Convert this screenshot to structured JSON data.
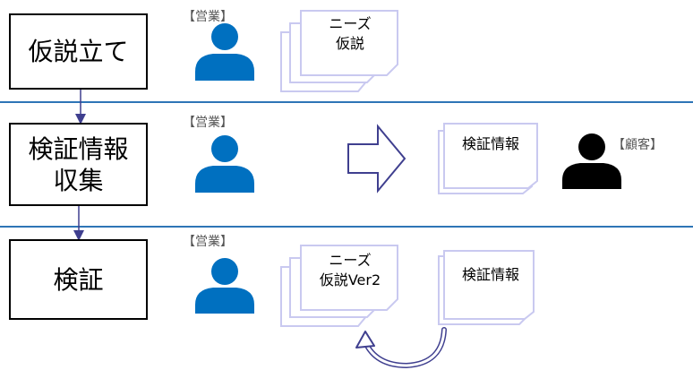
{
  "steps": [
    {
      "label": "仮説立て"
    },
    {
      "label_line1": "検証情報",
      "label_line2": "収集"
    },
    {
      "label": "検証"
    }
  ],
  "roles": {
    "sales": "【営業】",
    "customer": "【顧客】"
  },
  "documents": {
    "needs_hypothesis": {
      "line1": "ニーズ",
      "line2": "仮説"
    },
    "verification_info_row2": "検証情報",
    "needs_hypothesis_v2": {
      "line1": "ニーズ",
      "line2": "仮説Ver2"
    },
    "verification_info_row3": "検証情報"
  },
  "icons": {
    "sales_person": "person-icon",
    "customer_person": "person-icon",
    "flow_arrow": "right-arrow-icon",
    "loop_arrow": "curved-arrow-icon"
  },
  "colors": {
    "sales_person": "#0070c0",
    "customer_person": "#000000",
    "divider": "#2e75b6",
    "connector": "#3f3f8f",
    "doc_border": "#c9c9f0",
    "arrow_outline": "#3f3f8f"
  }
}
